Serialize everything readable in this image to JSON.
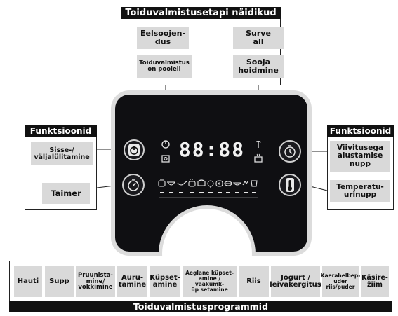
{
  "top_panel": {
    "title": "Toiduvalmistusetapi näidikud",
    "indicators": [
      {
        "label": "Eelsoojen-\ndus"
      },
      {
        "label": "Surve\nall"
      },
      {
        "label": "Toiduvalmistus\non pooleli"
      },
      {
        "label": "Sooja\nhoidmine"
      }
    ]
  },
  "left_panel": {
    "title": "Funktsioonid",
    "items": [
      {
        "label": "Sisse-/\nväljalülitamine"
      },
      {
        "label": "Taimer"
      }
    ]
  },
  "right_panel": {
    "title": "Funktsioonid",
    "items": [
      {
        "label": "Viivitusega\nalustamise\nnupp"
      },
      {
        "label": "Temperatu-\nurinupp"
      }
    ]
  },
  "display": {
    "digits": "88:88"
  },
  "programs": {
    "title": "Toiduvalmistusprogrammid",
    "items": [
      {
        "label": "Hauti"
      },
      {
        "label": "Supp"
      },
      {
        "label": "Pruunista-\nmine/\nvokkimine"
      },
      {
        "label": "Auru-\ntamine"
      },
      {
        "label": "Küpset-\namine"
      },
      {
        "label": "Aeglane küpset-\namine / vaakumk-\nüp setamine"
      },
      {
        "label": "Riis"
      },
      {
        "label": "Jogurt /\nleivakergitus"
      },
      {
        "label": "Kaerahelbep-\nuder\nriis/puder"
      },
      {
        "label": "Käsire-\nžiim"
      }
    ]
  },
  "colors": {
    "panel_black": "#0f0f12",
    "label_grey": "#d9d9d9",
    "bezel": "#dcdcdc"
  }
}
